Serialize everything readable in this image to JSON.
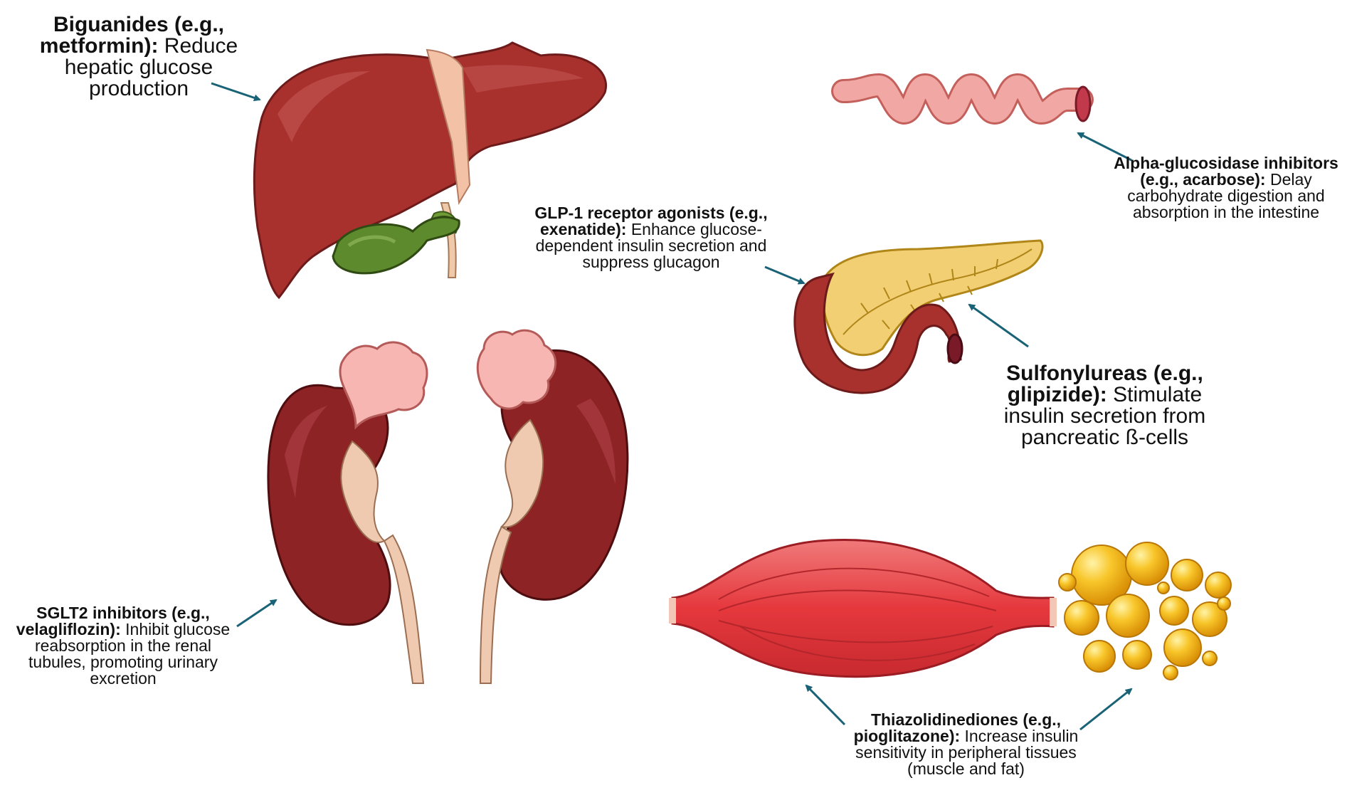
{
  "labels": {
    "biguanides": {
      "bold": "Biguanides (e.g., metformin):",
      "text": "Reduce hepatic glucose production"
    },
    "alpha_glucosidase": {
      "bold": "Alpha-glucosidase inhibitors (e.g., acarbose):",
      "text": "Delay carbohydrate digestion and absorption in the intestine"
    },
    "glp1": {
      "bold": "GLP-1 receptor agonists (e.g., exenatide):",
      "text": "Enhance glucose-dependent insulin secretion and suppress glucagon"
    },
    "sulfonylureas": {
      "bold": "Sulfonylureas (e.g., glipizide):",
      "text": "Stimulate insulin secretion from pancreatic ß-cells"
    },
    "sglt2": {
      "bold": "SGLT2 inhibitors (e.g., velagliflozin):",
      "text": "Inhibit glucose reabsorption in the renal tubules, promoting urinary excretion"
    },
    "tzd": {
      "bold": "Thiazolidinediones (e.g., pioglitazone):",
      "text": "Increase insulin sensitivity in peripheral tissues (muscle and fat)"
    }
  },
  "colors": {
    "arrow": "#1a6377",
    "liver": "#a8312e",
    "kidney": "#8e2325",
    "pancreas": "#f3cf74",
    "muscle": "#e8474a",
    "fat": "#f4b619",
    "intestine": "#f1a7a3",
    "gallbladder": "#5e8a2e"
  }
}
